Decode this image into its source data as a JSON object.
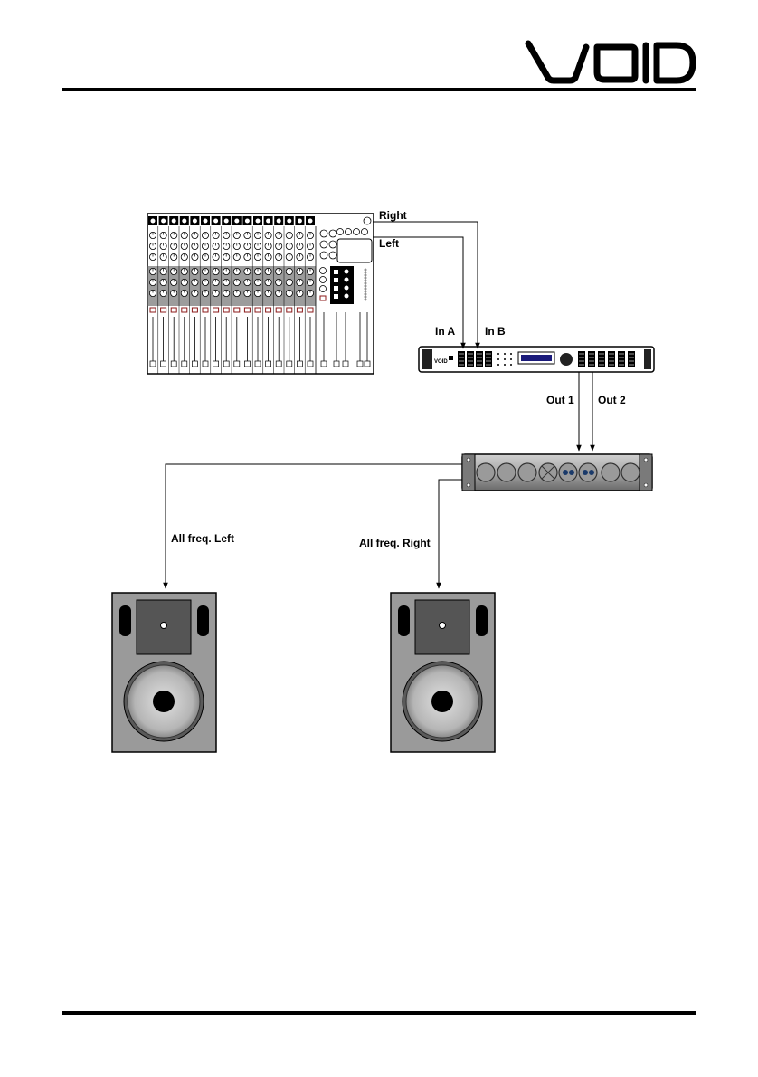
{
  "header": {
    "logo_text": "VOID"
  },
  "diagram": {
    "signals": {
      "right": "Right",
      "left": "Left",
      "in_a": "In A",
      "in_b": "In B",
      "out_1": "Out 1",
      "out_2": "Out 2",
      "all_freq_left": "All freq. Left",
      "all_freq_right": "All freq. Right"
    },
    "processor": {
      "brand": "VOID"
    }
  }
}
